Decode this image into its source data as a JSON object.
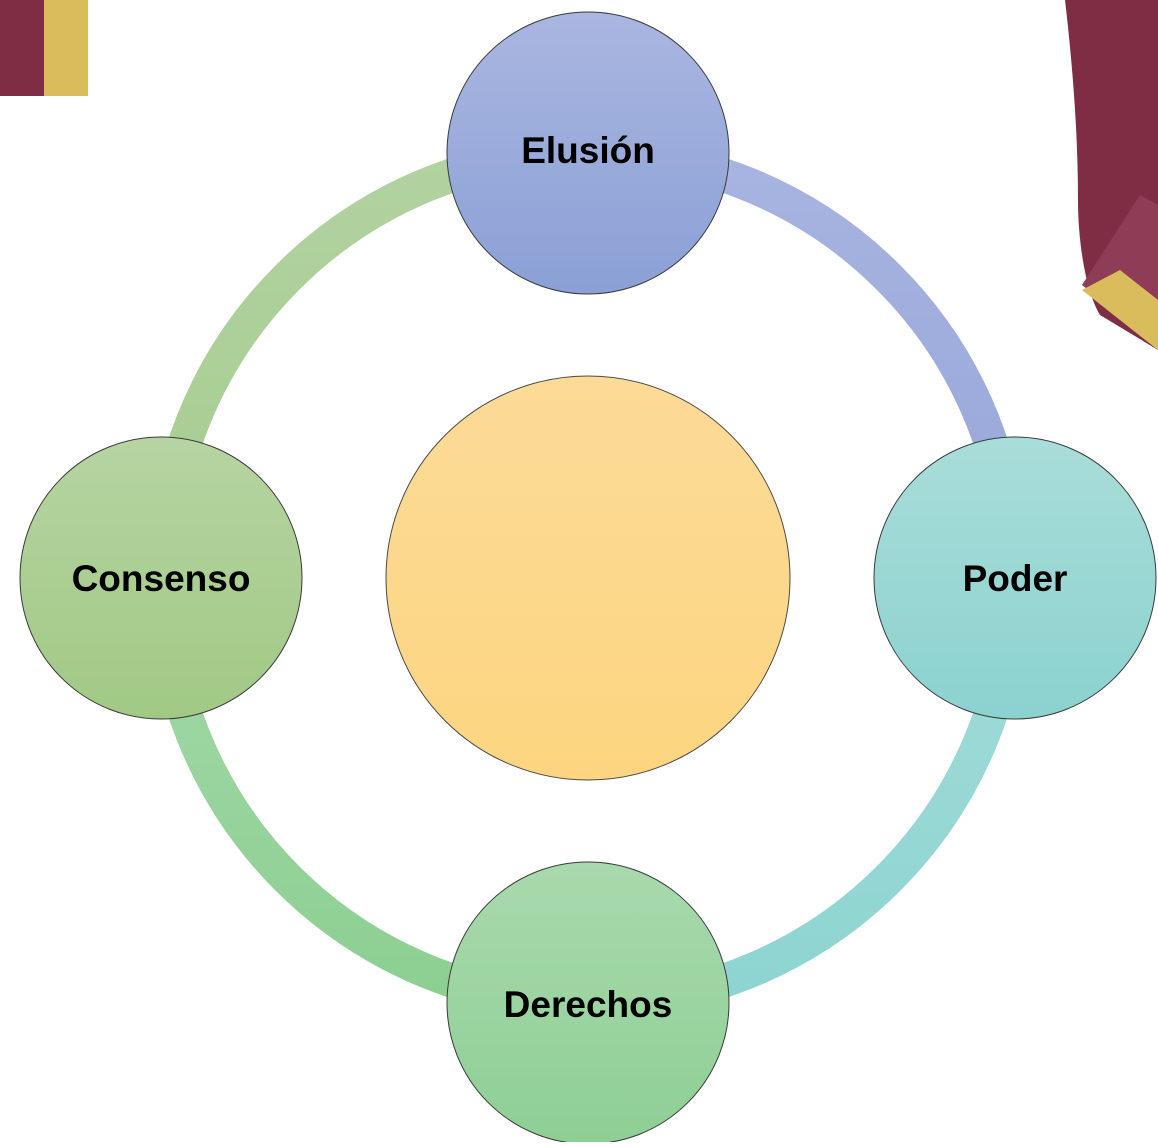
{
  "diagram": {
    "type": "cycle",
    "center_node": {
      "label": ""
    },
    "nodes": [
      {
        "id": "top",
        "label": "Elusión"
      },
      {
        "id": "right",
        "label": "Poder"
      },
      {
        "id": "bottom",
        "label": "Derechos"
      },
      {
        "id": "left",
        "label": "Consenso"
      }
    ],
    "colors": {
      "elusion_fill_top": "#aab6e0",
      "elusion_fill_bottom": "#8aa0d6",
      "poder_fill_top": "#a9ddd9",
      "poder_fill_bottom": "#8bd2cf",
      "derechos_fill_top": "#a9d9ad",
      "derechos_fill_bottom": "#8ecf95",
      "consenso_fill_top": "#b6d4a2",
      "consenso_fill_bottom": "#a1c985",
      "center_fill_top": "#fcdb98",
      "center_fill_bottom": "#fdd580",
      "ring_green": "#9fd0a0",
      "ring_blue": "#9aaadd",
      "ring_teal": "#94d6d4",
      "node_stroke": "#3a3a3a",
      "label_color": "#000000",
      "accent_maroon": "#7f2d45",
      "accent_gold": "#d9bd5d"
    }
  }
}
